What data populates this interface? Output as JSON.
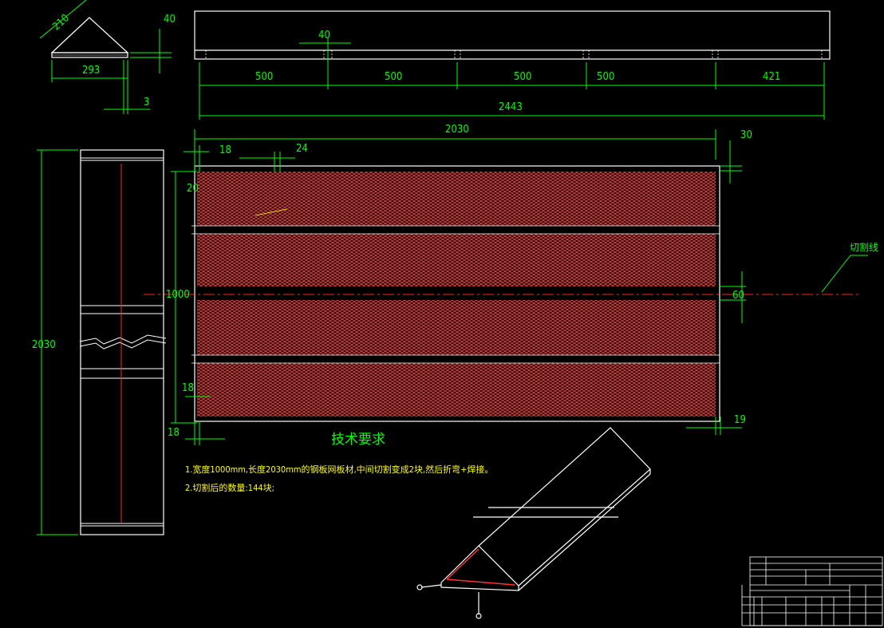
{
  "colors": {
    "background": "#000000",
    "outline": "#ffffff",
    "dimension": "#00ff00",
    "hatch": "#cc3333",
    "note": "#ffff00",
    "centerline": "#ff2222"
  },
  "dims": {
    "d210": "210",
    "d40": "40",
    "d293": "293",
    "d3": "3",
    "d40top": "40",
    "d500a": "500",
    "d500b": "500",
    "d500c": "500",
    "d500d": "500",
    "d421": "421",
    "d2443": "2443",
    "d2030top": "2030",
    "d18a": "18",
    "d24": "24",
    "d30": "30",
    "d20": "20",
    "d1000": "1000",
    "d60": "60",
    "d18b": "18",
    "d18c": "18",
    "d19": "19",
    "d2030left": "2030"
  },
  "callout": {
    "cut_line": "切割线"
  },
  "tech": {
    "heading": "技术要求",
    "line1": "1.宽度1000mm,长度2030mm的钢板网板材,中间切割变成2块,然后折弯+焊接。",
    "line2": "2.切割后的数量:144块;"
  },
  "title_block": {
    "cells": [
      "",
      "",
      "",
      "",
      "",
      "",
      ""
    ]
  }
}
